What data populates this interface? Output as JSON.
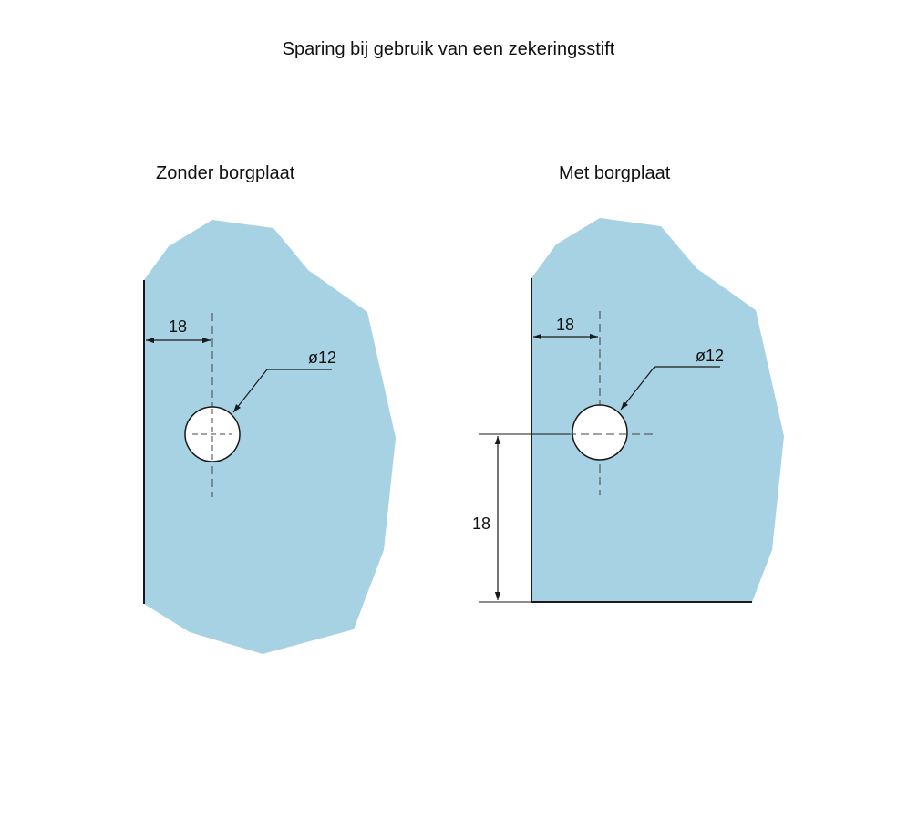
{
  "title": "Sparing bij gebruik van een zekeringsstift",
  "panels": {
    "left": {
      "subtitle": "Zonder borgplaat",
      "dim_horizontal": "18",
      "diameter": "ø12"
    },
    "right": {
      "subtitle": "Met borgplaat",
      "dim_horizontal": "18",
      "dim_vertical": "18",
      "diameter": "ø12"
    }
  },
  "colors": {
    "glass": "#a6d2e3",
    "line": "#1a1a1a",
    "hole": "#ffffff"
  }
}
